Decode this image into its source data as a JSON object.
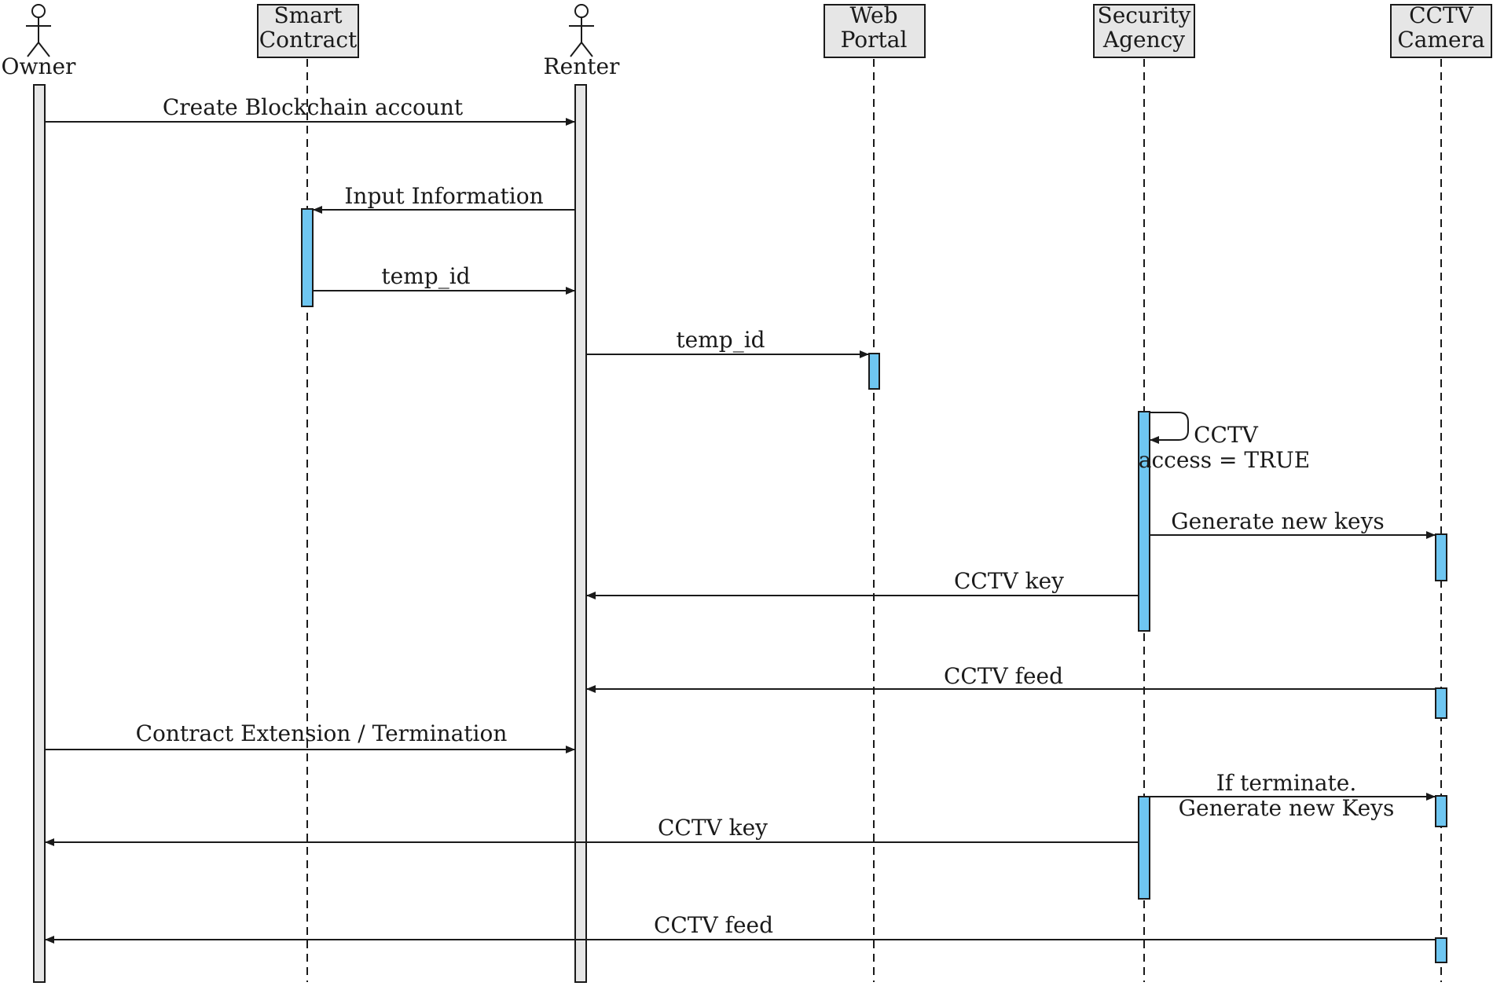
{
  "participants": [
    {
      "id": "owner",
      "kind": "actor",
      "name": "Owner"
    },
    {
      "id": "smart_contract",
      "kind": "box",
      "lines": [
        "Smart",
        "Contract"
      ]
    },
    {
      "id": "renter",
      "kind": "actor",
      "name": "Renter"
    },
    {
      "id": "web_portal",
      "kind": "box",
      "lines": [
        "Web",
        "Portal"
      ]
    },
    {
      "id": "security_agency",
      "kind": "box",
      "lines": [
        "Security",
        "Agency"
      ]
    },
    {
      "id": "cctv_camera",
      "kind": "box",
      "lines": [
        "CCTV",
        "Camera"
      ]
    }
  ],
  "messages": [
    {
      "from": "owner",
      "to": "renter",
      "lines": [
        "Create Blockchain account"
      ]
    },
    {
      "from": "renter",
      "to": "smart_contract",
      "lines": [
        "Input Information"
      ]
    },
    {
      "from": "smart_contract",
      "to": "renter",
      "lines": [
        "temp_id"
      ]
    },
    {
      "from": "renter",
      "to": "web_portal",
      "lines": [
        "temp_id"
      ]
    },
    {
      "from": "security_agency",
      "to": "security_agency",
      "lines": [
        "CCTV",
        "access = TRUE"
      ]
    },
    {
      "from": "security_agency",
      "to": "cctv_camera",
      "lines": [
        "Generate new keys"
      ]
    },
    {
      "from": "security_agency",
      "to": "renter",
      "lines": [
        "CCTV key"
      ]
    },
    {
      "from": "cctv_camera",
      "to": "renter",
      "lines": [
        "CCTV feed"
      ]
    },
    {
      "from": "owner",
      "to": "renter",
      "lines": [
        "Contract Extension / Termination"
      ]
    },
    {
      "from": "security_agency",
      "to": "cctv_camera",
      "lines": [
        "If terminate.",
        "Generate new Keys"
      ]
    },
    {
      "from": "security_agency",
      "to": "owner",
      "lines": [
        "CCTV key"
      ]
    },
    {
      "from": "cctv_camera",
      "to": "owner",
      "lines": [
        "CCTV feed"
      ]
    }
  ],
  "colors": {
    "activation_fill": "#6ec6f1",
    "lifeline_bar_fill": "#e6e6e6",
    "header_fill": "#e6e6e6",
    "stroke": "#1a1a1a"
  }
}
